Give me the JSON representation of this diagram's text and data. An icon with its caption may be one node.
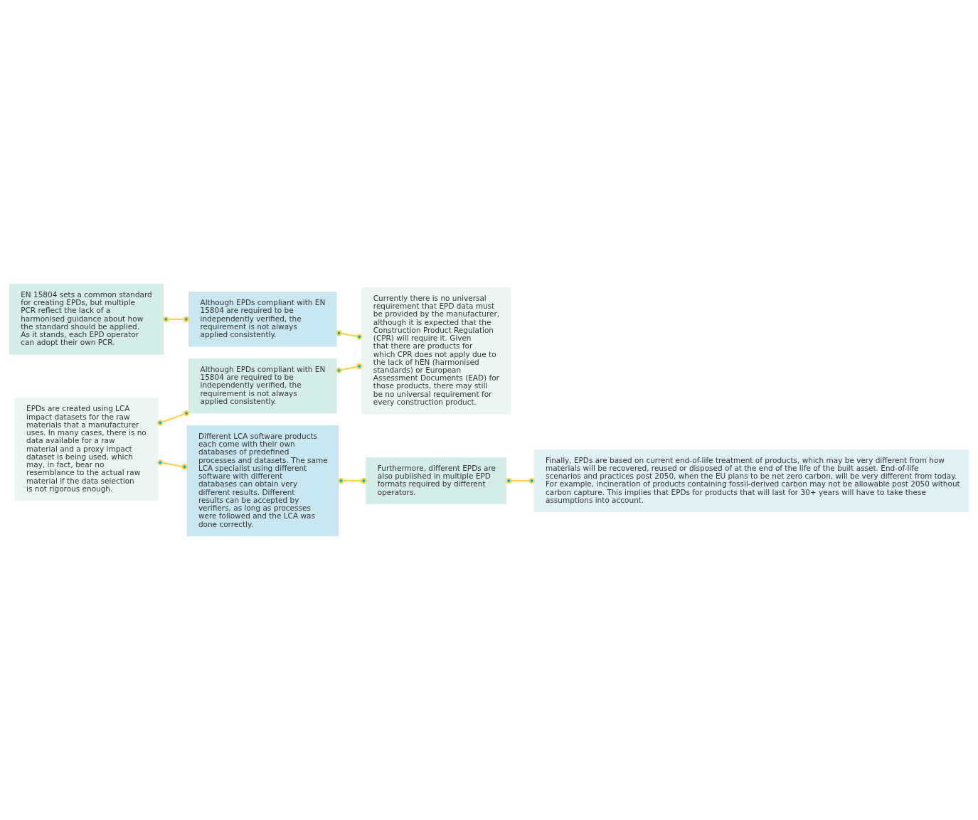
{
  "diagram": {
    "nodes": [
      {
        "text": [
          "EN 15804 sets a common standard for creating EPDs, but multiple PCR reflect the lack of a harmonised guidance about how the standard should be applied. As it stands, each EPD operator can adopt their own PCR."
        ]
      },
      {
        "text": [
          "Although EPDs compliant with EN 15804 are required to be independently verified, the requirement is not always applied consistently."
        ]
      },
      {
        "text": [
          "Currently there is no universal requirement that EPD data must be provided by the manufacturer, although it is expected that the Construction Product Regulation (CPR) will require it. Given that there are products for which CPR does not apply due to the lack of hEN (harmonised standards) or European Assessment Documents (EAD) for those products, there may still be no universal requirement for every construction product."
        ]
      },
      {
        "text": [
          "Although EPDs compliant with EN 15804 are required to be independently verified, the requirement is not always applied consistently."
        ]
      },
      {
        "text": [
          "EPDs are created using LCA impact datasets for the raw materials that a manufacturer uses. In many cases, there is no data available for a raw material and a proxy impact dataset is being used, which may, in fact, bear no resemblance to the actual raw material if the data selection is not rigorous enough."
        ]
      },
      {
        "text": [
          "Different LCA software products each come with their own databases of predefined processes and datasets. The same LCA specialist using different software with different databases can obtain very different results. Different results can be accepted by verifiers, as long as processes were followed and the LCA was done correctly."
        ]
      },
      {
        "text": [
          "Furthermore, different EPDs are also published in multiple EPD formats required by different operators."
        ]
      },
      {
        "text": [
          "Finally, EPDs are based on current end-of-life treatment of products, which may be very different from how materials will be recovered, reused or disposed of at the end of the life of the built asset. End-of-life scenarios and practices post 2050, when the EU plans to be net zero carbon, will be very different from today. For example, incineration of products containing fossil-derived carbon may not be allowable post 2050 without carbon capture. This implies that EPDs for products that will last for 30+ years will have to take these assumptions into account."
        ]
      }
    ],
    "edges": [
      {
        "from": 0,
        "to": 1,
        "arrow": "other"
      },
      {
        "from": 1,
        "to": 2,
        "arrow": "other"
      },
      {
        "from": 4,
        "to": 3,
        "arrow": "other"
      },
      {
        "from": 3,
        "to": 2,
        "arrow": "other"
      },
      {
        "from": 4,
        "to": 5,
        "arrow": "other"
      },
      {
        "from": 5,
        "to": 6,
        "arrow": "other"
      },
      {
        "from": 6,
        "to": 7,
        "arrow": "other"
      }
    ]
  }
}
